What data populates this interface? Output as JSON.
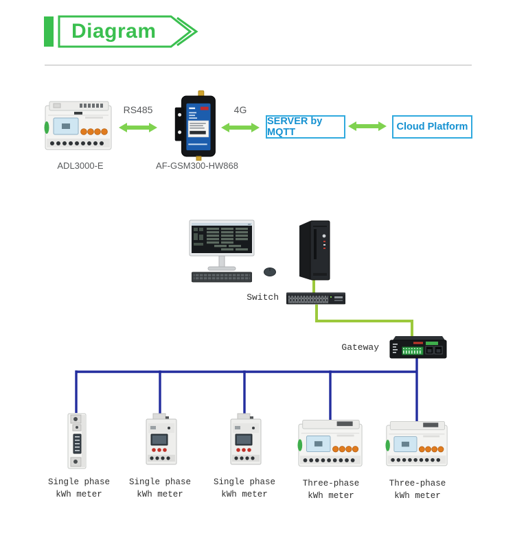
{
  "header": {
    "title": "Diagram"
  },
  "top_row": {
    "meter_label": "ADL3000-E",
    "modem_label": "AF-GSM300-HW868",
    "link1": "RS485",
    "link2": "4G",
    "server_box": "SERVER by MQTT",
    "cloud_box": "Cloud Platform"
  },
  "middle": {
    "switch_label": "Switch",
    "gateway_label": "Gateway"
  },
  "meters": [
    {
      "line1": "Single phase",
      "line2": "kWh meter"
    },
    {
      "line1": "Single phase",
      "line2": "kWh meter"
    },
    {
      "line1": "Single phase",
      "line2": "kWh meter"
    },
    {
      "line1": "Three-phase",
      "line2": "kWh meter"
    },
    {
      "line1": "Three-phase",
      "line2": "kWh meter"
    }
  ],
  "colors": {
    "accent_green": "#3abf4f",
    "arrow_green": "#7fd24f",
    "line_green": "#9cc93c",
    "bus_blue": "#232d9e",
    "box_border_blue": "#2fa9de",
    "box_text_blue": "#1591d1"
  }
}
